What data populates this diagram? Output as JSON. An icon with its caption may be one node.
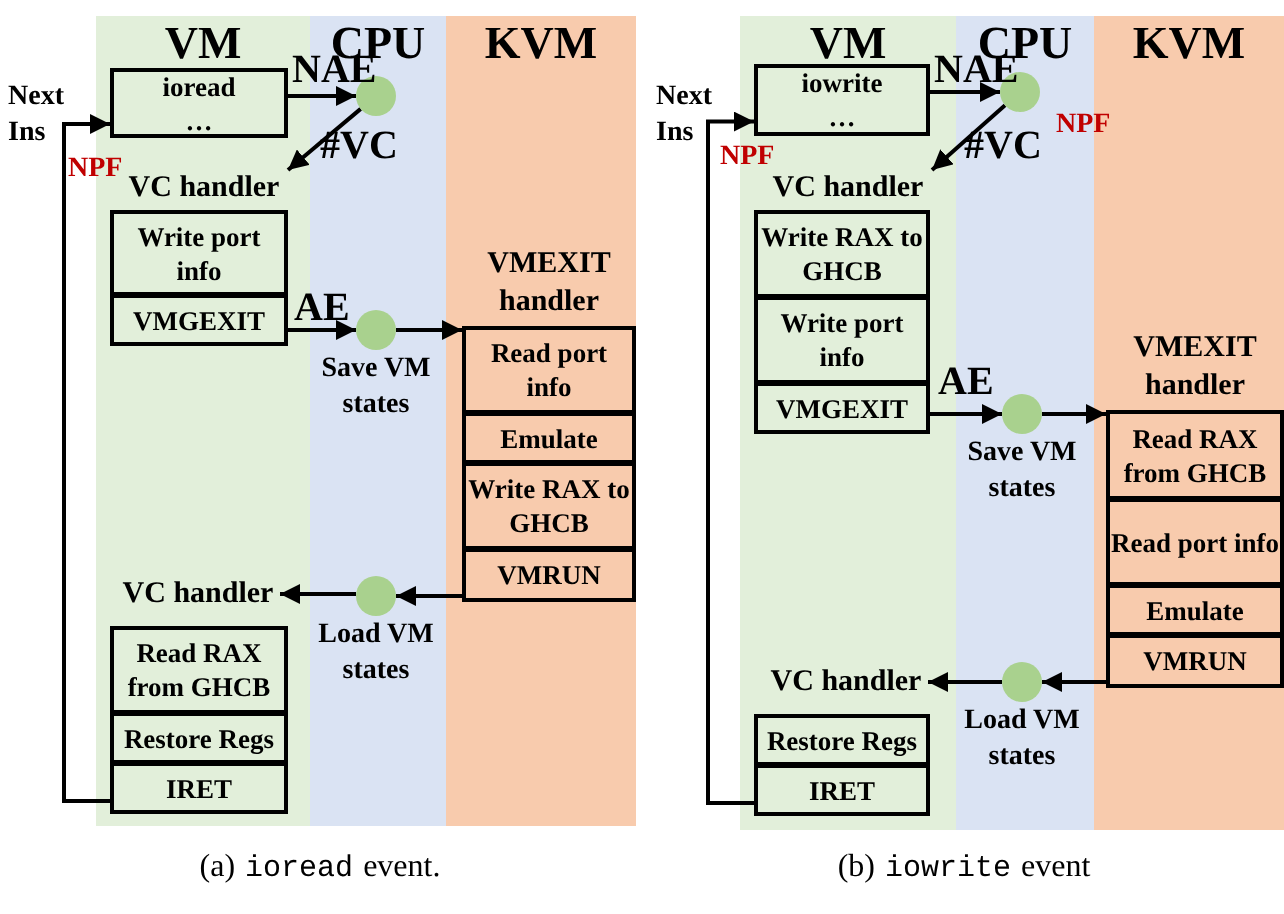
{
  "diagram": {
    "nodes": [
      {
        "text": [
          "VM"
        ]
      },
      {
        "text": [
          "CPU"
        ]
      },
      {
        "text": [
          "KVM"
        ]
      },
      {
        "text": [
          "ioread",
          "…"
        ],
        "in": 0
      },
      {
        "text": [],
        "shape": "circle",
        "in": 1
      },
      {
        "text": [
          "VC handler"
        ],
        "in": 0
      },
      {
        "text": [
          "Write port info"
        ],
        "in": 0
      },
      {
        "text": [
          "VMGEXIT"
        ],
        "in": 0
      },
      {
        "text": [],
        "shape": "circle",
        "in": 1,
        "beside": [
          "Save VM states"
        ]
      },
      {
        "text": [
          "Read port info"
        ],
        "in": 2,
        "beside": [
          "VMEXIT handler"
        ]
      },
      {
        "text": [
          "Emulate"
        ],
        "in": 2
      },
      {
        "text": [
          "Write RAX to GHCB"
        ],
        "in": 2
      },
      {
        "text": [
          "VMRUN"
        ],
        "in": 2
      },
      {
        "text": [],
        "shape": "circle",
        "in": 1,
        "beside": [
          "Load VM states"
        ]
      },
      {
        "text": [
          "VC handler"
        ],
        "in": 0
      },
      {
        "text": [
          "Read RAX from GHCB"
        ],
        "in": 0
      },
      {
        "text": [
          "Restore Regs"
        ],
        "in": 0
      },
      {
        "text": [
          "IRET"
        ],
        "in": 0
      },
      {
        "text": [
          "VM"
        ]
      },
      {
        "text": [
          "CPU"
        ]
      },
      {
        "text": [
          "KVM"
        ]
      },
      {
        "text": [
          "iowrite",
          "…"
        ],
        "in": 18
      },
      {
        "text": [],
        "shape": "circle",
        "in": 19
      },
      {
        "text": [
          "VC handler"
        ],
        "in": 18
      },
      {
        "text": [
          "Write RAX to GHCB"
        ],
        "in": 18
      },
      {
        "text": [
          "Write port info"
        ],
        "in": 18
      },
      {
        "text": [
          "VMGEXIT"
        ],
        "in": 18
      },
      {
        "text": [],
        "shape": "circle",
        "in": 19,
        "beside": [
          "Save VM states"
        ]
      },
      {
        "text": [
          "Read RAX from GHCB"
        ],
        "in": 20,
        "beside": [
          "VMEXIT handler"
        ]
      },
      {
        "text": [
          "Read port info"
        ],
        "in": 20
      },
      {
        "text": [
          "Emulate"
        ],
        "in": 20
      },
      {
        "text": [
          "VMRUN"
        ],
        "in": 20
      },
      {
        "text": [],
        "shape": "circle",
        "in": 19,
        "beside": [
          "Load VM states"
        ]
      },
      {
        "text": [
          "VC handler"
        ],
        "in": 18
      },
      {
        "text": [
          "Restore Regs"
        ],
        "in": 18
      },
      {
        "text": [
          "IRET"
        ],
        "in": 18
      }
    ],
    "edges": [
      {
        "from": 3,
        "to": 4,
        "arrow": "to",
        "label": "NAE"
      },
      {
        "from": 4,
        "to": 5,
        "arrow": "to",
        "label": "#VC"
      },
      {
        "from": 7,
        "to": 8,
        "arrow": "to",
        "label": "AE"
      },
      {
        "from": 8,
        "to": 9,
        "arrow": "to"
      },
      {
        "from": 12,
        "to": 13,
        "arrow": "to"
      },
      {
        "from": 13,
        "to": 14,
        "arrow": "to"
      },
      {
        "from": 17,
        "to": 3,
        "arrow": "to"
      },
      {
        "from": 21,
        "to": 22,
        "arrow": "to",
        "label": "NAE"
      },
      {
        "from": 22,
        "to": 23,
        "arrow": "to",
        "label": "#VC"
      },
      {
        "from": 26,
        "to": 27,
        "arrow": "to",
        "label": "AE"
      },
      {
        "from": 27,
        "to": 28,
        "arrow": "to"
      },
      {
        "from": 31,
        "to": 32,
        "arrow": "to"
      },
      {
        "from": 32,
        "to": 33,
        "arrow": "to"
      },
      {
        "from": 35,
        "to": 21,
        "arrow": "to"
      }
    ],
    "labels": [
      "Next Ins",
      "NPF",
      "Next Ins",
      "NPF",
      "NPF",
      "(a)",
      "ioread",
      "event.",
      "(b)",
      "iowrite",
      "event"
    ]
  }
}
